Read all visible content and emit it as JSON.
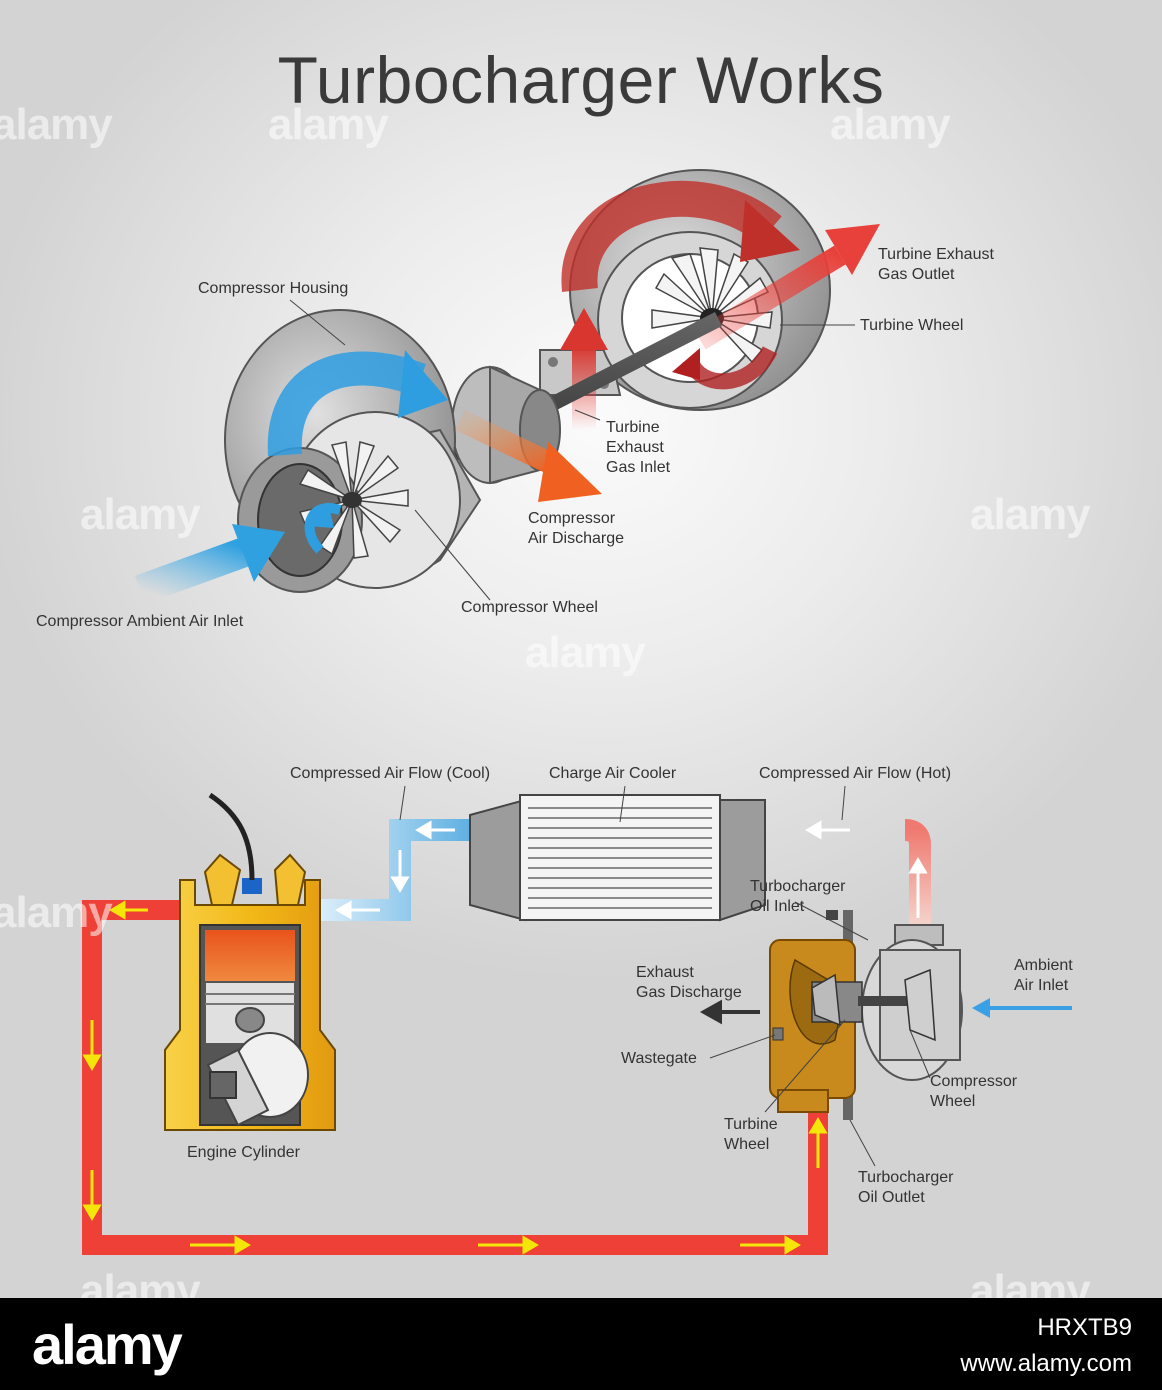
{
  "title": "Turbocharger Works",
  "upper_labels": {
    "compressor_housing": "Compressor Housing",
    "turbine_exhaust_gas_outlet_1": "Turbine Exhaust",
    "turbine_exhaust_gas_outlet_2": "Gas Outlet",
    "turbine_wheel": "Turbine Wheel",
    "turbine_exhaust_gas_inlet_1": "Turbine",
    "turbine_exhaust_gas_inlet_2": "Exhaust",
    "turbine_exhaust_gas_inlet_3": "Gas Inlet",
    "compressor_air_discharge_1": "Compressor",
    "compressor_air_discharge_2": "Air Discharge",
    "compressor_wheel": "Compressor Wheel",
    "compressor_ambient_air_inlet": "Compressor Ambient Air Inlet"
  },
  "lower_labels": {
    "compressed_air_flow_cool": "Compressed Air Flow (Cool)",
    "charge_air_cooler": "Charge Air Cooler",
    "compressed_air_flow_hot": "Compressed Air Flow (Hot)",
    "turbocharger_oil_inlet_1": "Turbocharger",
    "turbocharger_oil_inlet_2": "Oil Inlet",
    "exhaust_gas_discharge_1": "Exhaust",
    "exhaust_gas_discharge_2": "Gas Discharge",
    "ambient_air_inlet_1": "Ambient",
    "ambient_air_inlet_2": "Air Inlet",
    "wastegate": "Wastegate",
    "compressor_wheel_1": "Compressor",
    "compressor_wheel_2": "Wheel",
    "turbine_wheel_1": "Turbine",
    "turbine_wheel_2": "Wheel",
    "engine_cylinder": "Engine Cylinder",
    "turbocharger_oil_outlet_1": "Turbocharger",
    "turbocharger_oil_outlet_2": "Oil Outlet"
  },
  "watermark": "alamy",
  "footer": {
    "logo": "alamy",
    "image_id": "HRXTB9",
    "url": "www.alamy.com"
  },
  "colors": {
    "cool_air": "#4fb0e6",
    "hot_exhaust": "#e8403a",
    "flow_arrow": "#f5e60a",
    "housing_gray": "#9a9a9a",
    "turbine_housing": "#c98a1c",
    "piston_orange": "#e8531c"
  }
}
